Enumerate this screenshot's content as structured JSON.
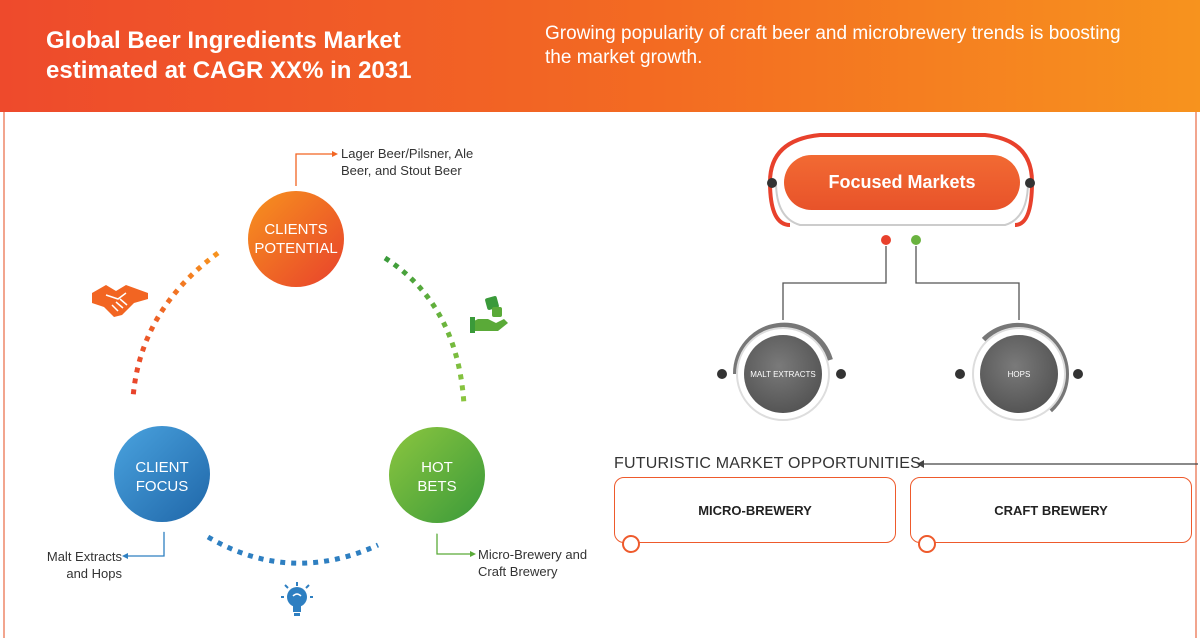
{
  "header": {
    "title": "Global Beer Ingredients Market estimated at CAGR XX% in 2031",
    "subtitle": "Growing popularity of craft beer and microbrewery trends is boosting the market growth."
  },
  "cycle": {
    "clients_potential": {
      "label": "CLIENTS POTENTIAL",
      "note": "Lager Beer/Pilsner, Ale Beer, and Stout Beer"
    },
    "client_focus": {
      "label": "CLIENT FOCUS",
      "note": "Malt Extracts and Hops"
    },
    "hot_bets": {
      "label": "HOT BETS",
      "note": "Micro-Brewery and Craft Brewery"
    }
  },
  "focused_markets": {
    "label": "Focused Markets",
    "items": [
      "MALT EXTRACTS",
      "HOPS"
    ]
  },
  "opportunities": {
    "title": "FUTURISTIC MARKET OPPORTUNITIES",
    "items": [
      "MICRO-BREWERY",
      "CRAFT BREWERY"
    ]
  },
  "colors": {
    "orange": "#f26522",
    "red": "#e8412c",
    "green": "#5aaa38",
    "blue": "#2e7fc1",
    "gray": "#666666"
  },
  "icons": [
    "handshake-icon",
    "money-hand-icon",
    "lightbulb-icon"
  ]
}
